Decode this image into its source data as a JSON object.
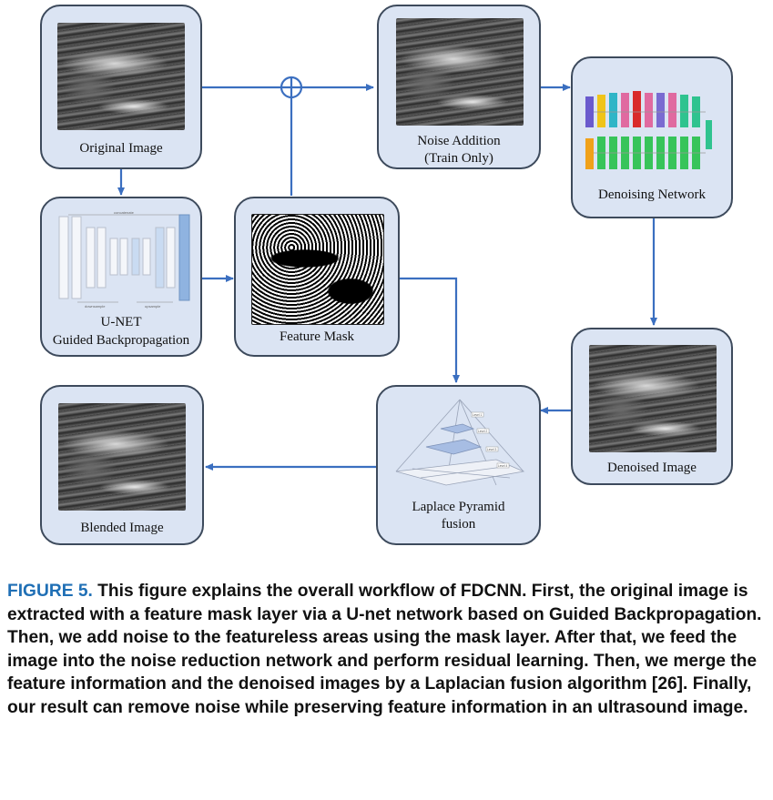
{
  "nodes": {
    "original": "Original Image",
    "unet_line1": "U-NET",
    "unet_line2": "Guided Backpropagation",
    "feature_mask": "Feature Mask",
    "noise_line1": "Noise Addition",
    "noise_line2": "(Train Only)",
    "denoising_network": "Denoising Network",
    "denoised": "Denoised Image",
    "laplace_line1": "Laplace Pyramid",
    "laplace_line2": "fusion",
    "blended": "Blended Image"
  },
  "unet_icon_text": {
    "top": "concatenate",
    "bottom_left": "downsample",
    "bottom_right": "upsample"
  },
  "pyramid_levels": [
    "Level 1",
    "Level 2",
    "Level 3",
    "Level 4"
  ],
  "caption": {
    "figure_label": "FIGURE 5.",
    "text": "This figure explains the overall workflow of FDCNN. First, the original image is extracted with a feature mask layer via a U-net network based on Guided Backpropagation. Then, we add noise to the featureless areas using the mask layer. After that, we feed the image into the noise reduction network and perform residual learning. Then, we merge the feature information and the denoised images by a Laplacian fusion algorithm [26]. Finally, our result can remove noise while preserving feature information in an ultrasound image."
  },
  "colors": {
    "node_fill": "#dbe4f3",
    "node_border": "#3d4a5c",
    "arrow": "#3b6fc0",
    "caption_label": "#1f6fb5"
  }
}
